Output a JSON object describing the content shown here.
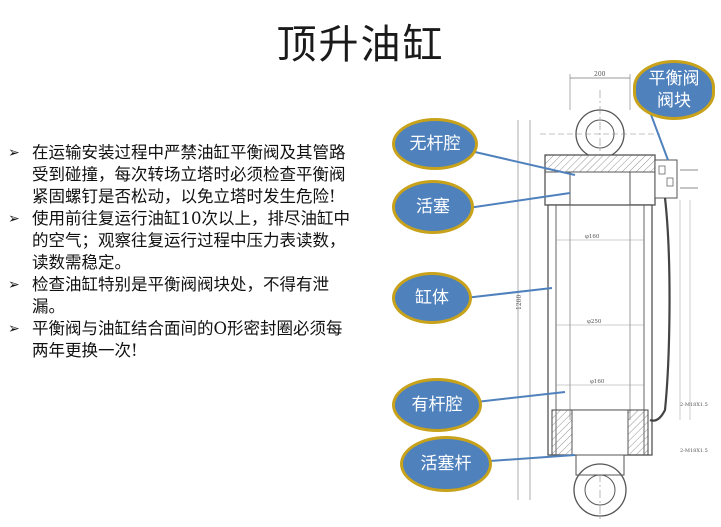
{
  "slide": {
    "title": "顶升油缸"
  },
  "bullets": [
    {
      "marker": "➢",
      "text": "在运输安装过程中严禁油缸平衡阀及其管路受到碰撞，每次转场立塔时必须检查平衡阀紧固螺钉是否松动，以免立塔时发生危险!"
    },
    {
      "marker": "➢",
      "text": "使用前往复运行油缸10次以上，排尽油缸中的空气；观察往复运行过程中压力表读数，读数需稳定。"
    },
    {
      "marker": "➢",
      "text": "检查油缸特别是平衡阀阀块处，不得有泄漏。"
    },
    {
      "marker": "➢",
      "text": "平衡阀与油缸结合面间的O形密封圈必须每两年更换一次!"
    }
  ],
  "callouts": {
    "valve_block_line1": "平衡阀",
    "valve_block_line2": "阀块",
    "rodless_chamber": "无杆腔",
    "piston": "活塞",
    "cylinder_body": "缸体",
    "rod_chamber": "有杆腔",
    "piston_rod": "活塞杆"
  },
  "drawing": {
    "dim_top": "200",
    "dim_bore": "φ160",
    "dim_rod": "φ250",
    "dim_inner": "φ160",
    "dim_len": "1200",
    "port_a": "2-M18X1.5",
    "port_b": "2-M18X1.5"
  },
  "colors": {
    "callout_fill": "#4f81bd",
    "callout_border": "#c8a21a",
    "line": "#555555"
  }
}
